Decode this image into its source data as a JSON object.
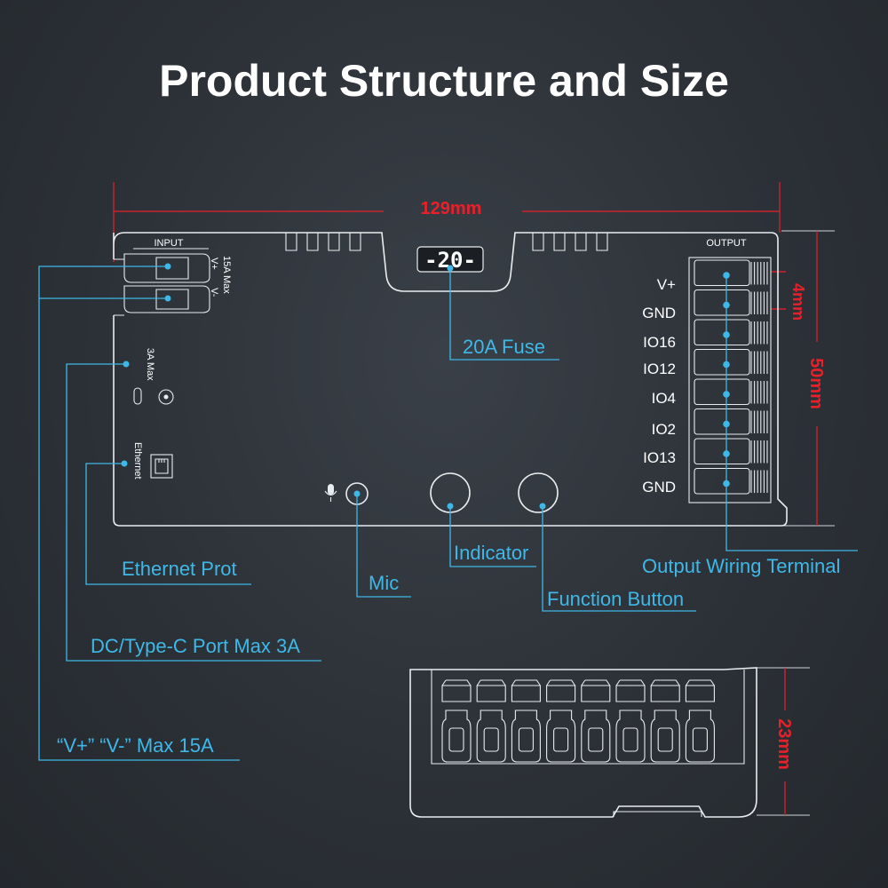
{
  "title": "Product Structure and Size",
  "dimensions": {
    "width": "129mm",
    "height": "50mm",
    "pitch": "4mm",
    "depth": "23mm"
  },
  "board_labels": {
    "input": "INPUT",
    "output": "OUTPUT",
    "v_plus": "V+",
    "v_minus": "V-",
    "input_max": "15A Max",
    "dc_max": "3A Max",
    "ethernet": "Ethernet",
    "fuse_display": "-20-"
  },
  "terminals": [
    "V+",
    "GND",
    "IO16",
    "IO12",
    "IO4",
    "IO2",
    "IO13",
    "GND"
  ],
  "callouts": {
    "fuse": "20A Fuse",
    "ethernet_port": "Ethernet Prot",
    "mic": "Mic",
    "indicator": "Indicator",
    "function_button": "Function Button",
    "output_terminal": "Output Wiring Terminal",
    "dc_port": "DC/Type-C Port Max 3A",
    "power_input": "“V+” “V-” Max 15A"
  },
  "colors": {
    "background": "#2c3137",
    "outline": "#e9ecef",
    "callout": "#3fb8e8",
    "dimension": "#e8202a"
  }
}
